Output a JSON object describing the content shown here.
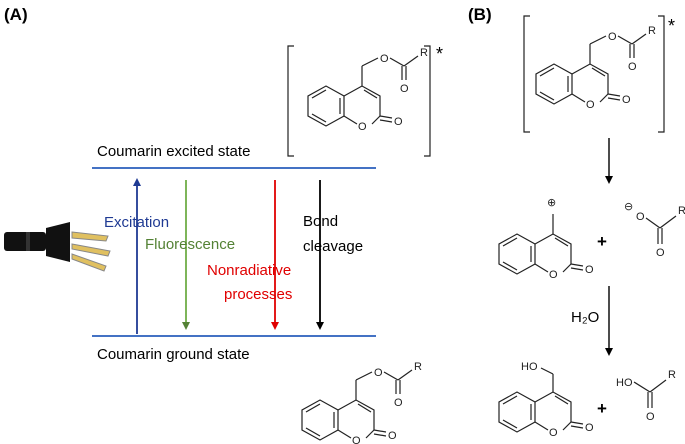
{
  "panel_a": {
    "label": "(A)",
    "excited_state": "Coumarin excited state",
    "ground_state": "Coumarin ground state",
    "processes": {
      "excitation": "Excitation",
      "fluorescence": "Fluorescence",
      "nonradiative_line1": "Nonradiative",
      "nonradiative_line2": "processes",
      "bond_line1": "Bond",
      "bond_line2": "cleavage"
    },
    "excited_mark": "*",
    "colors": {
      "state_line": "#4472c4",
      "excitation": "#1f3a93",
      "fluorescence": "#548235",
      "nonradiative": "#e00000",
      "bond": "#000000"
    }
  },
  "panel_b": {
    "label": "(B)",
    "excited_mark": "*",
    "reagent": "H₂O",
    "plus": "+"
  },
  "atoms": {
    "O": "O",
    "R": "R",
    "HO": "HO",
    "cation": "⊕",
    "anion": "⊖"
  }
}
